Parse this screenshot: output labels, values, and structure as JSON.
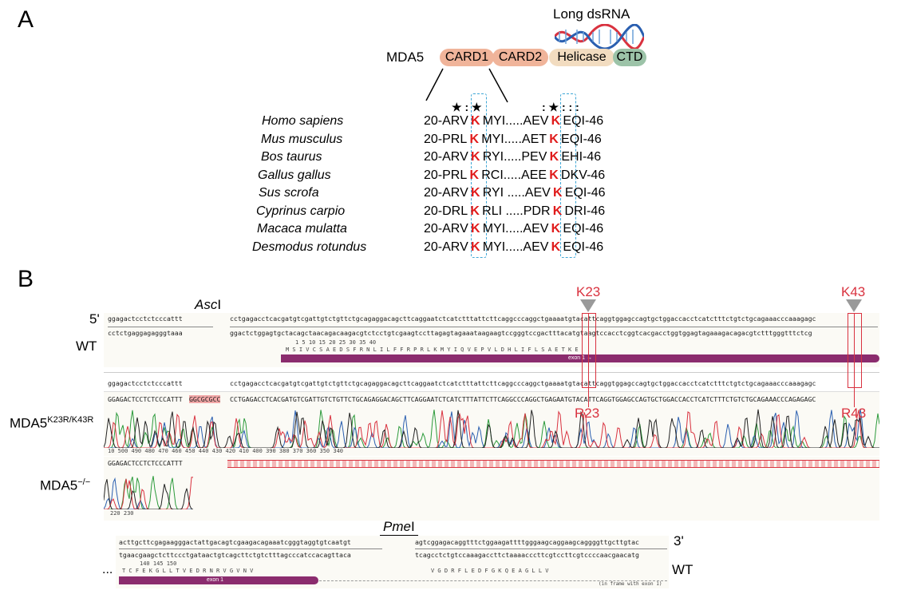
{
  "panel_a": {
    "label": "A",
    "dsrna_label": "Long dsRNA",
    "protein_label": "MDA5",
    "domains": [
      {
        "name": "CARD1",
        "color": "#f0b49a"
      },
      {
        "name": "CARD2",
        "color": "#f0b49a"
      },
      {
        "name": "Helicase",
        "color": "#f2dcc0"
      },
      {
        "name": "CTD",
        "color": "#9cc3a8"
      }
    ],
    "conservation_symbols_left": "★ : ★",
    "conservation_symbols_right": ": ★ : : :",
    "species": [
      {
        "name": "Homo sapiens",
        "left": "20-ARV",
        "k1": "K",
        "mid": "MYI.....AEV",
        "k2": "K",
        "right": "EQI-46"
      },
      {
        "name": "Mus musculus",
        "left": "20-PRL",
        "k1": "K",
        "mid": "MYI.....AET",
        "k2": "K",
        "right": "EQI-46"
      },
      {
        "name": "Bos taurus",
        "left": "20-ARV",
        "k1": "K",
        "mid": "RYI.....PEV",
        "k2": "K",
        "right": "EHI-46"
      },
      {
        "name": "Gallus gallus",
        "left": "20-PRL",
        "k1": "K",
        "mid": "RCI.....AEE",
        "k2": "K",
        "right": "DKV-46"
      },
      {
        "name": "Sus scrofa",
        "left": "20-ARV",
        "k1": "K",
        "mid": "RYI .....AEV",
        "k2": "K",
        "right": "EQI-46"
      },
      {
        "name": "Cyprinus carpio",
        "left": "20-DRL",
        "k1": "K",
        "mid": "RLI .....PDR",
        "k2": "K",
        "right": "DRI-46"
      },
      {
        "name": "Macaca mulatta",
        "left": "20-ARV",
        "k1": "K",
        "mid": "MYI.....AEV",
        "k2": "K",
        "right": "EQI-46"
      },
      {
        "name": "Desmodus rotundus",
        "left": "20-ARV",
        "k1": "K",
        "mid": "MYI.....AEV",
        "k2": "K",
        "right": "EQI-46"
      }
    ]
  },
  "panel_b": {
    "label": "B",
    "five_prime": "5'",
    "three_prime": "3'",
    "wt_label": "WT",
    "wt_label_bottom": "WT",
    "mut_label_main": "MDA5",
    "mut_label_sup": "K23R/K43R",
    "ko_label_main": "MDA5",
    "ko_label_sup": "−/−",
    "asci_label": "Asc",
    "asci_suffix": "I",
    "pmei_label": "Pme",
    "pmei_suffix": "I",
    "k23": "K23",
    "k43": "K43",
    "r23": "R23",
    "r43": "R43",
    "ellipsis": "...",
    "exon_label": "exon 1",
    "exon_label_bottom": "exon 1",
    "inframe_label": "(in frame with exon 1)",
    "seq_top_left": "ggagactcctctcccattt",
    "seq_top_left_comp": "cctctgaggagagggtaaa",
    "seq_top_main": "cctgagacctcacgatgtcgattgtctgttctgcagaggacagcttcaggaatctcatctttattcttcaggcccaggctgaaaatgtacattcaggtggagccagtgctggaccacctcatctttctgtctgcagaaacccaaagagc",
    "seq_top_main_comp": "ggactctggagtgctacagctaacagacaagacgtctcctgtcgaagtccttagagtagaaataagaagtccgggtccgactttacatgtaagtccacctcggtcacgacctggtggagtagaaagacagacgtctttgggtttctcg",
    "aa_top": "M  S  I  V  C  S  A  E  D  S  F  R  N  L  I  L  F  F  R  P  R  L  K  M  Y  I  Q  V  E  P  V  L  D  H  L  I  F  L  S  A  E  T  K  E",
    "aa_top_numbers": "1        5             10             15             20             25             30             35             40",
    "seq_ref2_left": "ggagactcctctcccattt",
    "seq_ref2_main": "cctgagacctcacgatgtcgattgtctgttctgcagaggacagcttcaggaatctcatctttattcttcaggcccaggctgaaaatgtacattcaggtggagccagtgctggaccacctcatctttctgtctgcagaaacccaaagagc",
    "seq_mut_left": "GGAGACTCCTCTCCCATTT",
    "seq_mut_insert": "GGCGCGCC",
    "seq_mut_main": "CCTGAGACCTCACGATGTCGATTGTCTGTTCTGCAGAGGACAGCTTCAGGAATCTCATCTTTATTCTTCAGGCCCAGGCTGAGAATGTACATTCAGGTGGAGCCAGTGCTGGACCACCTCATCTTTCTGTCTGCAGAAACCCAGAGAGC",
    "trace_axis_mut": "10        500        490        480        470        460        450        440        430        420        410        400        390        380        370        360        350        340",
    "seq_ko_left": "GGAGACTCCTCTCCCATTT",
    "trace_axis_ko": "220        230",
    "seq_bot_left": "acttgcttcgagaagggactattgacagtcgaagacagaaatcgggtaggtgtcaatgt",
    "seq_bot_left_comp": "tgaacgaagctcttccctgataactgtcagcttctgtctttagcccatccacagttaca",
    "seq_bot_right": "agtcggagacaggtttctggaagattttgggaagcaggaagcaggggttgcttgtac",
    "seq_bot_right_comp": "tcagcctctgtccaaagaccttctaaaacccttcgtccttcgtccccaacgaacatg",
    "aa_bot_left": "T  C  F  E  K  G  L  L  T  V  E  D  R  N  R  V  G  V  N  V",
    "aa_bot_left_numbers": "140            145            150",
    "aa_bot_right": "V  G  D  R  F  L  E  D  F  G  K  Q  E  A  G  L  L  V"
  }
}
